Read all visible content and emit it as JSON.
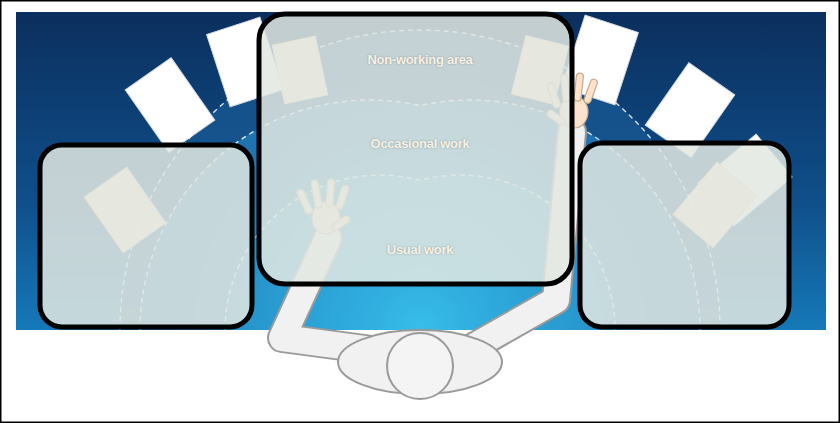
{
  "diagram": {
    "labels": [
      "Non-working area",
      "Occasional work",
      "Usual work"
    ]
  }
}
